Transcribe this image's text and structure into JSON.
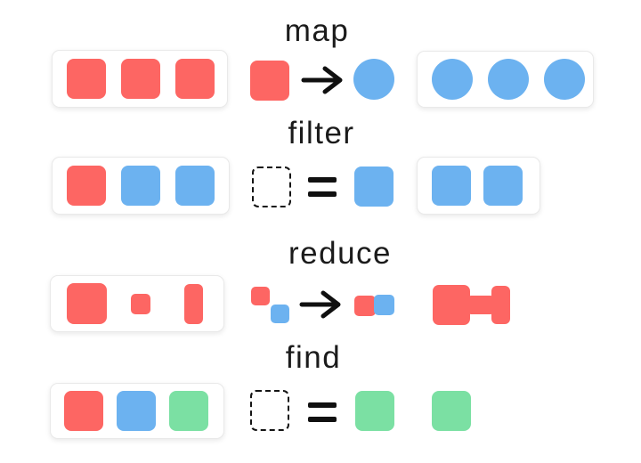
{
  "palette": {
    "red": "#FD6663",
    "blue": "#6CB2F0",
    "green": "#7BE0A3",
    "ink": "#101010",
    "card_background": "#FFFFFF",
    "card_border": "#E9E9E9"
  },
  "rows": [
    {
      "label": "map",
      "input": {
        "items": [
          {
            "shape": "square",
            "color": "red"
          },
          {
            "shape": "square",
            "color": "red"
          },
          {
            "shape": "square",
            "color": "red"
          }
        ]
      },
      "operation": {
        "lhs": {
          "shape": "square",
          "color": "red"
        },
        "operator": "arrow-right-icon",
        "rhs": {
          "shape": "circle",
          "color": "blue"
        }
      },
      "output": {
        "card": true,
        "items": [
          {
            "shape": "circle",
            "color": "blue"
          },
          {
            "shape": "circle",
            "color": "blue"
          },
          {
            "shape": "circle",
            "color": "blue"
          }
        ]
      }
    },
    {
      "label": "filter",
      "input": {
        "items": [
          {
            "shape": "square",
            "color": "red"
          },
          {
            "shape": "square",
            "color": "blue"
          },
          {
            "shape": "square",
            "color": "blue"
          }
        ]
      },
      "operation": {
        "lhs": {
          "shape": "dashed-box"
        },
        "operator": "equals-icon",
        "rhs": {
          "shape": "square",
          "color": "blue"
        }
      },
      "output": {
        "card": true,
        "items": [
          {
            "shape": "square",
            "color": "blue"
          },
          {
            "shape": "square",
            "color": "blue"
          }
        ]
      }
    },
    {
      "label": "reduce",
      "input": {
        "items": [
          {
            "shape": "square",
            "color": "red",
            "variant": "lg"
          },
          {
            "shape": "square",
            "color": "red",
            "variant": "sm"
          },
          {
            "shape": "square",
            "color": "red",
            "variant": "tall"
          }
        ]
      },
      "operation": {
        "lhs": {
          "shape": "pair-offset",
          "colors": [
            "red",
            "blue"
          ]
        },
        "operator": "arrow-right-icon",
        "rhs": {
          "shape": "pair-joined",
          "colors": [
            "red",
            "blue"
          ]
        }
      },
      "output": {
        "card": false,
        "items": [
          {
            "shape": "merged-dumbbell",
            "color": "red"
          }
        ]
      }
    },
    {
      "label": "find",
      "input": {
        "items": [
          {
            "shape": "square",
            "color": "red"
          },
          {
            "shape": "square",
            "color": "blue"
          },
          {
            "shape": "square",
            "color": "green"
          }
        ]
      },
      "operation": {
        "lhs": {
          "shape": "dashed-box"
        },
        "operator": "equals-icon",
        "rhs": {
          "shape": "square",
          "color": "green"
        }
      },
      "output": {
        "card": false,
        "items": [
          {
            "shape": "square",
            "color": "green"
          }
        ]
      }
    }
  ]
}
